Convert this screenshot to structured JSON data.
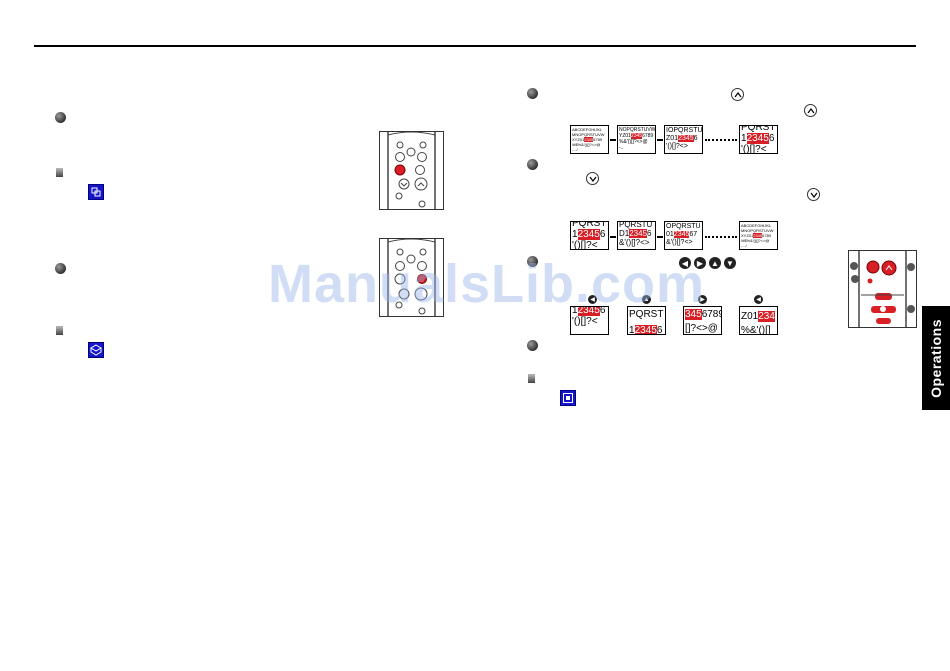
{
  "side_tab": {
    "label": "Operations"
  },
  "watermark": {
    "text": "ManualsLib.com"
  },
  "colors": {
    "highlight": "#d81f26",
    "icon_blue": "#1414c8"
  },
  "up_sequence": [
    {
      "rows": [
        "ABCDEFGHIJKL",
        "MNOPQRSTUVW",
        "XYZ0123456789",
        "!#$%&'()[]?<>@",
        "-.../"
      ]
    },
    {
      "rows": [
        "NOPQRSTUVW",
        "YZ0123456789",
        "%&'()[]?<>@",
        "-.."
      ]
    },
    {
      "rows": [
        "IOPQRSTUV",
        "Z0123456",
        "'()[]?<>"
      ]
    },
    {
      "rows": [
        "PQRST",
        "123456",
        "'()[]?<"
      ]
    }
  ],
  "down_sequence": [
    {
      "rows": [
        "PQRST",
        "123456",
        "'()[]?<"
      ]
    },
    {
      "rows": [
        "PQRSTU",
        "D123456",
        "&'()[]?<>"
      ]
    },
    {
      "rows": [
        "OPQRSTU",
        "01234567",
        "&'()[]?<>"
      ]
    },
    {
      "rows": [
        "ABCDEFGHIJKL",
        "MNOPQRSTUVW",
        "XYZ0123456789",
        "!#$%&'()[]?<>@",
        "-.../"
      ]
    }
  ],
  "dir_screens": [
    {
      "top": "123456",
      "bottom": "'()[]?<"
    },
    {
      "top": "PQRST",
      "bottom": "123456"
    },
    {
      "top": "3456789",
      "bottom": "[]?<>@"
    },
    {
      "top": "Z01234",
      "bottom": "%&'()[]"
    }
  ]
}
